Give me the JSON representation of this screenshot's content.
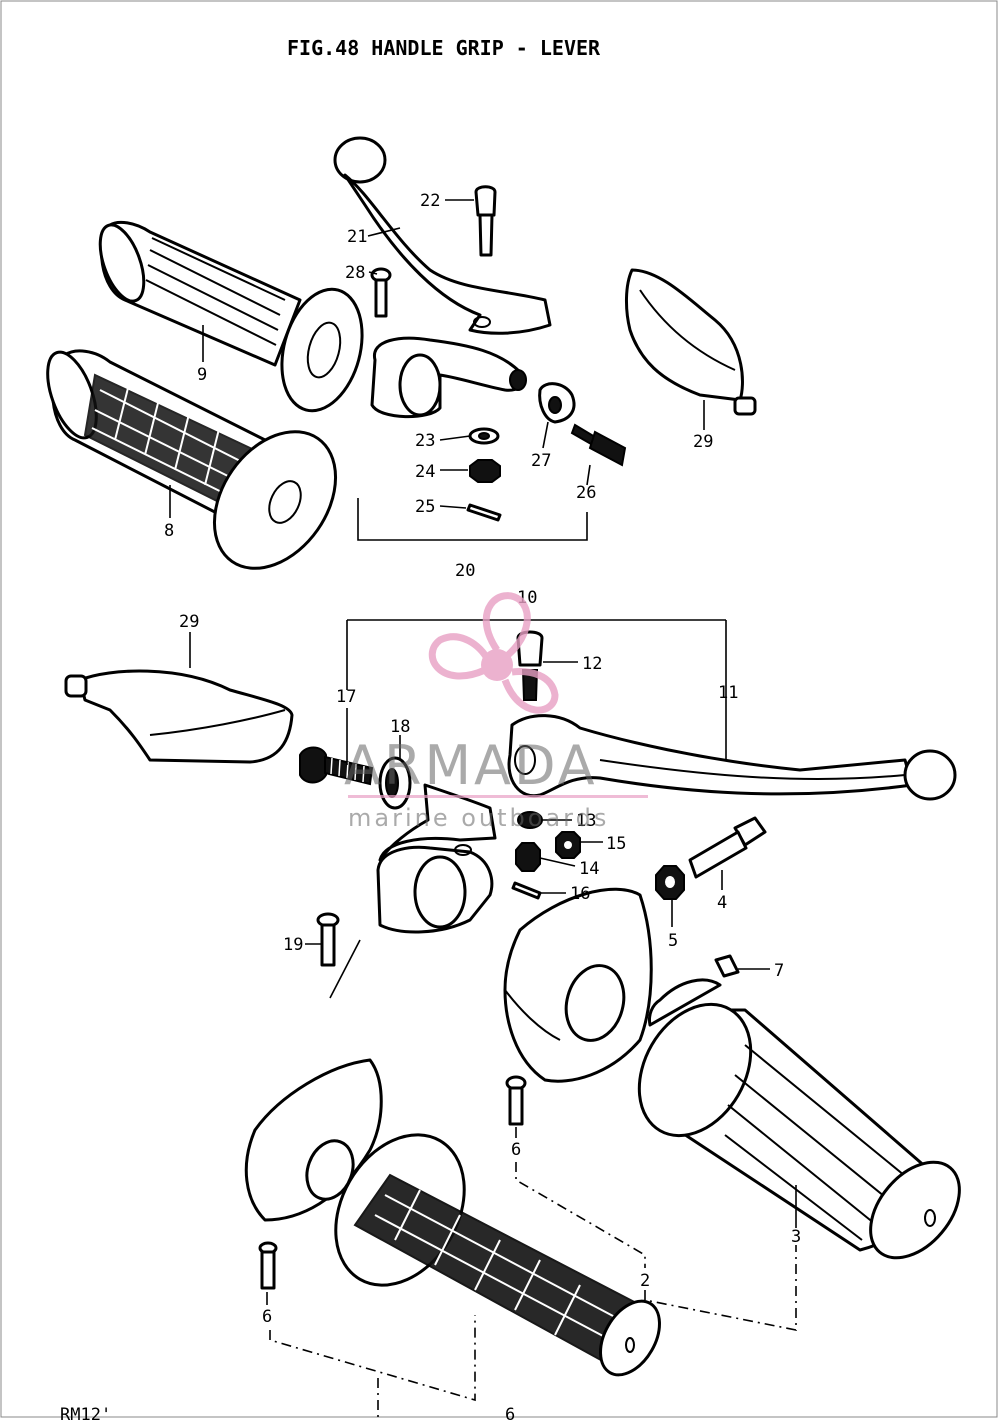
{
  "figure": {
    "title": "FIG.48  HANDLE GRIP - LEVER",
    "footer_left": "RM12'",
    "footer_mid": "6"
  },
  "callouts": {
    "c2": "2",
    "c3": "3",
    "c4": "4",
    "c5": "5",
    "c6a": "6",
    "c6b": "6",
    "c7": "7",
    "c8": "8",
    "c9": "9",
    "c10": "10",
    "c11": "11",
    "c12": "12",
    "c13": "13",
    "c14": "14",
    "c15": "15",
    "c16": "16",
    "c17": "17",
    "c18": "18",
    "c19": "19",
    "c20": "20",
    "c21": "21",
    "c22": "22",
    "c23": "23",
    "c24": "24",
    "c25": "25",
    "c26": "26",
    "c27": "27",
    "c28": "28",
    "c29a": "29",
    "c29b": "29"
  },
  "watermark": {
    "brand": "ARMADA",
    "tagline": "marine outboards",
    "logo_color": "#e8a0c4",
    "text_color": "#666666"
  },
  "icons": {
    "logo": "propeller-logo-icon"
  }
}
